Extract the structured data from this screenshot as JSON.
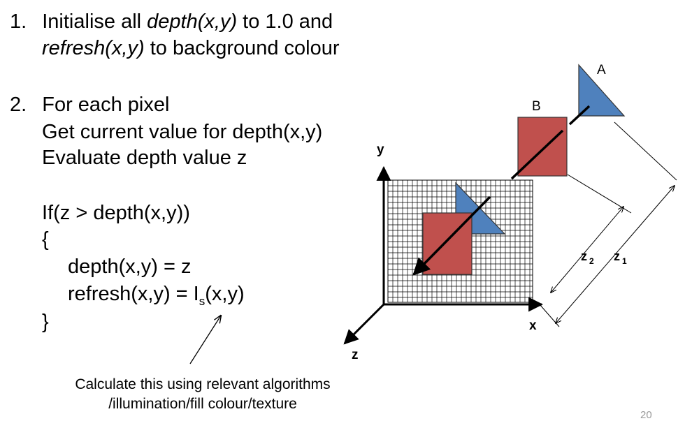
{
  "steps": {
    "s1": {
      "num": "1.",
      "a": "Initialise all ",
      "b": "depth(x,y)",
      "c": " to 1.0 and",
      "d": "refresh(x,y)",
      "e": " to background colour"
    },
    "s2": {
      "num": "2.",
      "head": "For each pixel",
      "l1": "Get current value for depth(x,y)",
      "l2": "Evaluate depth value z"
    }
  },
  "code": {
    "cond": "If(z > depth(x,y))",
    "open": "{",
    "assign1": "depth(x,y) = z",
    "assign2a": "refresh(x,y) = I",
    "assign2sub": "s",
    "assign2b": "(x,y)",
    "close": "}"
  },
  "caption": {
    "line1": "Calculate this using relevant algorithms",
    "line2": "/illumination/fill colour/texture"
  },
  "diagram": {
    "axis_y": "y",
    "axis_x": "x",
    "axis_z": "z",
    "label_a": "A",
    "label_b": "B",
    "z1": "z",
    "z1_sub": "1",
    "z2": "z",
    "z2_sub": "2",
    "colors": {
      "red": "#c0504d",
      "blue": "#4f81bd",
      "outline": "#333333"
    }
  },
  "page_number": "20"
}
